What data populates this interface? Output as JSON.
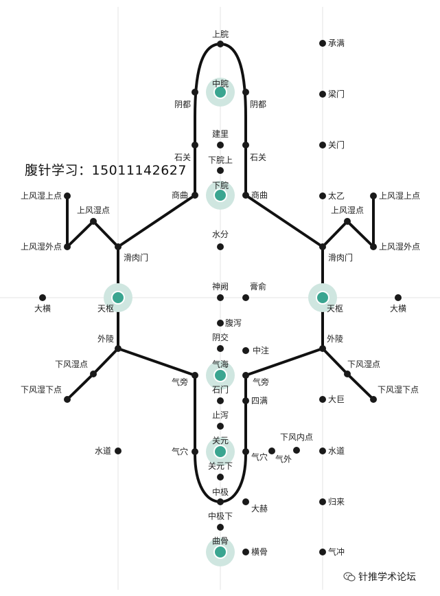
{
  "contact_text": "腹针学习：15011142627",
  "watermark_text": "针推学术论坛",
  "colors": {
    "line": "#111111",
    "dot": "#1a1a1a",
    "highlight_fill": "#3aa590",
    "highlight_halo": "#cfe6e0",
    "guide": "#e3e3e3"
  },
  "points": {
    "shangwan": "上脘",
    "zhongwan": "中脘",
    "jianli": "建里",
    "xiawanshang": "下脘上",
    "xiawan": "下脘",
    "shuifen": "水分",
    "shenque": "神阙",
    "gaoyu": "膏俞",
    "fuxie": "腹泻",
    "yinjiao": "阴交",
    "zhongzhu": "中注",
    "qihai": "气海",
    "shimen": "石门",
    "siman": "四满",
    "zhixie": "止泻",
    "guanyuan": "关元",
    "xiafengneidian": "下风内点",
    "qiwai": "气外",
    "guanyuanxia": "关元下",
    "zhongji": "中极",
    "dahe": "大赫",
    "zhongjixia": "中极下",
    "qugu": "曲骨",
    "henggu": "横骨",
    "yindu_l": "阴都",
    "yindu_r": "阴都",
    "shiguan_l": "石关",
    "shiguan_r": "石关",
    "shangqu_l": "商曲",
    "shangqu_r": "商曲",
    "huaroumen_l": "滑肉门",
    "huaroumen_r": "滑肉门",
    "tianshu_l": "天枢",
    "tianshu_r": "天枢",
    "wailing_l": "外陵",
    "wailing_r": "外陵",
    "qipang_l": "气旁",
    "qipang_r": "气旁",
    "qixue_l": "气穴",
    "qixue_r": "气穴",
    "shangfengshishangdian_l": "上风湿上点",
    "shangfengshishangdian_r": "上风湿上点",
    "shangfengshidian_l": "上风湿点",
    "shangfengshidian_r": "上风湿点",
    "shangfengshiwaidian_l": "上风湿外点",
    "shangfengshiwaidian_r": "上风湿外点",
    "daheng_l": "大横",
    "daheng_r": "大横",
    "xiafengshidian_l": "下风湿点",
    "xiafengshidian_r": "下风湿点",
    "xiafengshixiadian_l": "下风湿下点",
    "xiafengshixiadian_r": "下风湿下点",
    "shuidao_l": "水道",
    "shuidao_r": "水道",
    "chengman": "承满",
    "liangmen": "梁门",
    "guanmen": "关门",
    "taiyi": "太乙",
    "daju": "大巨",
    "guilai": "归来",
    "qichong": "气冲"
  }
}
